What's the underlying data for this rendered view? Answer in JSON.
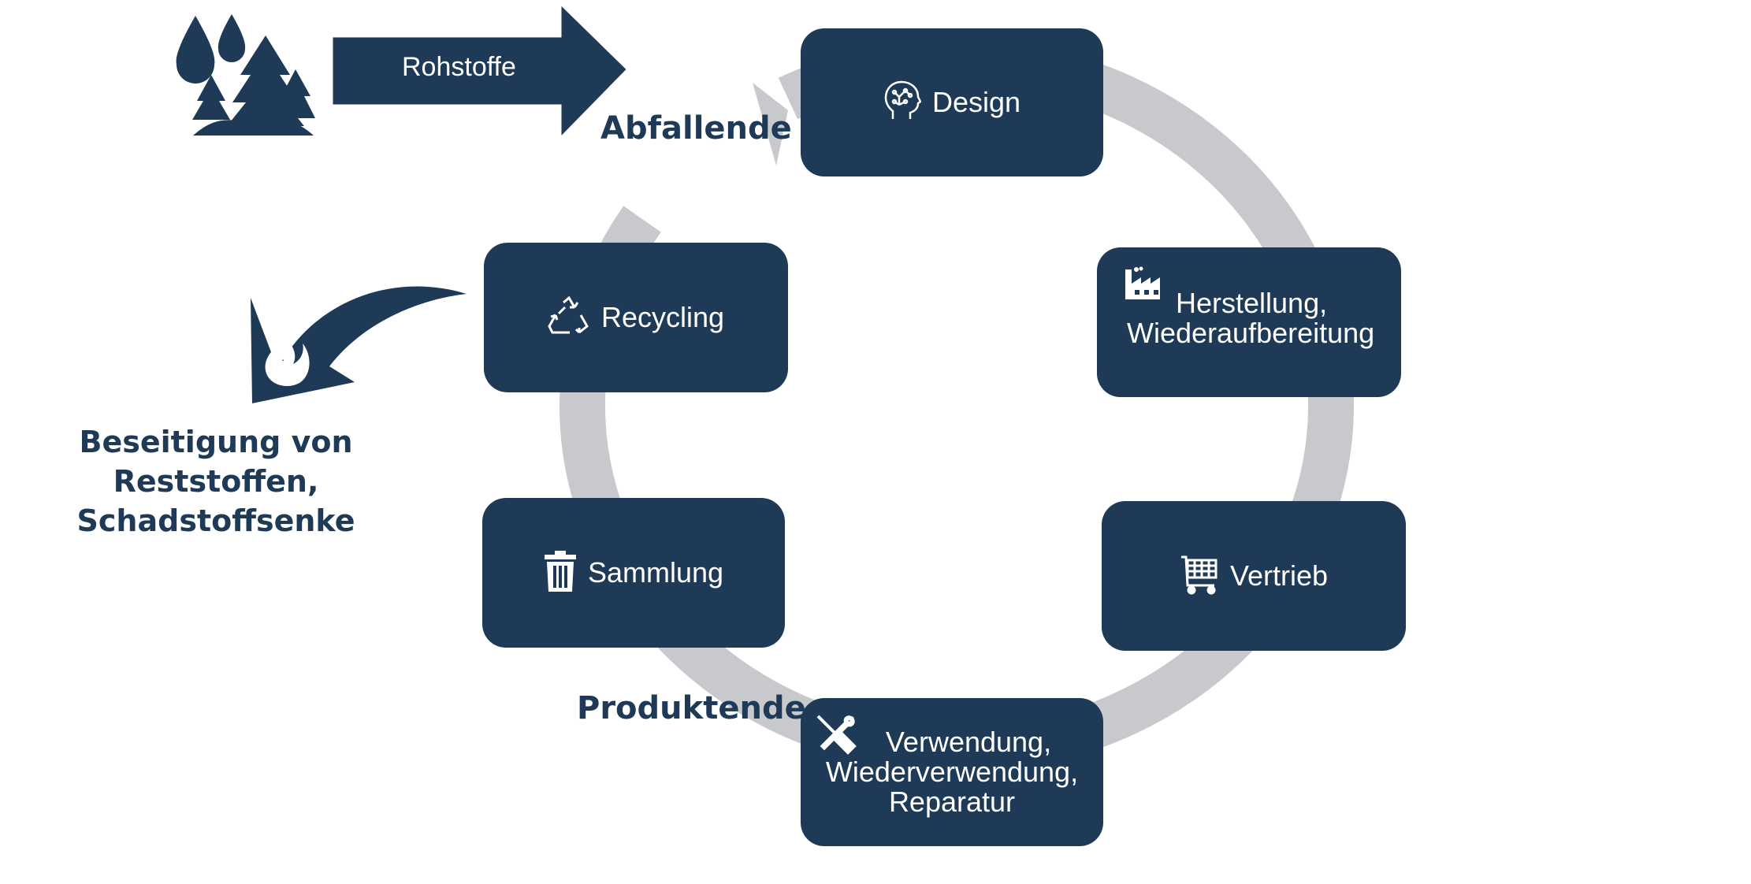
{
  "colors": {
    "node": "#1e3a56",
    "ring": "#c8c9cd",
    "background": "#ffffff",
    "text": "#ffffff"
  },
  "inflow": {
    "label": "Rohstoffe",
    "icon": "water-and-forest-icon"
  },
  "outflow": {
    "label_line1": "Beseitigung von Reststoffen,",
    "label_line2": "Schadstoffsenke",
    "icon": "fire-icon"
  },
  "cycle_labels": {
    "top": "Abfallende",
    "bottom": "Produktende"
  },
  "nodes": {
    "design": {
      "label": "Design",
      "icon": "brain-head-icon"
    },
    "herstellung": {
      "line1": "Herstellung,",
      "line2": "Wiederaufbereitung",
      "icon": "factory-icon"
    },
    "vertrieb": {
      "label": "Vertrieb",
      "icon": "shopping-cart-icon"
    },
    "verwendung": {
      "line1": "Verwendung,",
      "line2": "Wiederverwendung,",
      "line3": "Reparatur",
      "icon": "tools-icon"
    },
    "sammlung": {
      "label": "Sammlung",
      "icon": "trash-bin-icon"
    },
    "recycling": {
      "label": "Recycling",
      "icon": "recycle-icon"
    }
  }
}
